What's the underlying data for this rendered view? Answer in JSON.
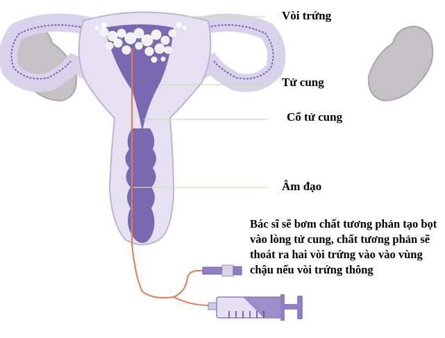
{
  "labels": {
    "fallopian_tube": "Vòi trứng",
    "uterus": "Tử cung",
    "cervix": "Cổ tử cung",
    "vagina": "Âm đạo"
  },
  "note": "Bác sĩ sẽ bơm chất tương phản tạo bọt vào lòng tử cung, chất tương phản sẽ thoát ra hai vòi trứng vào vào vùng chậu nếu vòi trứng thông",
  "colors": {
    "organ_fill": "#e6e1f2",
    "organ_outline": "#bdb3d6",
    "cavity": "#7a68b0",
    "ovary": "#c4c2c4",
    "catheter": "#e77a4f",
    "leader": "#c9e0a8",
    "syringe": "#8f7fc4"
  }
}
